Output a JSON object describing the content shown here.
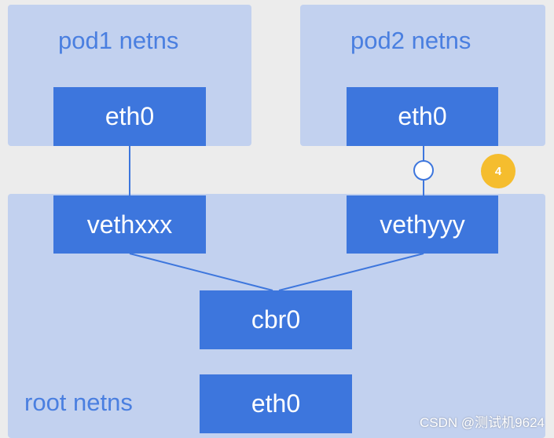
{
  "pod1_netns": {
    "label": "pod1 netns",
    "eth_label": "eth0"
  },
  "pod2_netns": {
    "label": "pod2 netns",
    "eth_label": "eth0"
  },
  "root_netns": {
    "label": "root netns",
    "veth_left_label": "vethxxx",
    "veth_right_label": "vethyyy",
    "bridge_label": "cbr0",
    "eth_label": "eth0"
  },
  "step_badge": "4",
  "watermark": "CSDN @测试机9624",
  "colors": {
    "background": "#ececec",
    "netns_fill": "#c2d1ef",
    "interface_fill": "#3d76dd",
    "label_text": "#4a7fe0",
    "link_line": "#3d76dd",
    "badge_fill": "#f5bd2e"
  }
}
